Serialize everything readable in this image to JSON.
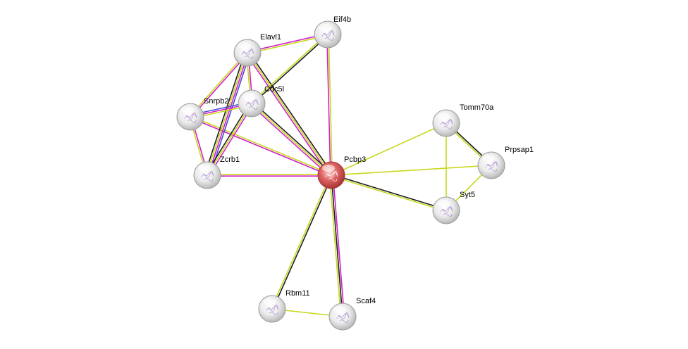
{
  "colors": {
    "background": "#ffffff",
    "node_fill": "#eeeeee",
    "node_stroke": "#9a9a9a",
    "query_node_fill": "#e46a6a",
    "query_node_stroke": "#a03a3a",
    "edge_textmining": "#c7d81a",
    "edge_coexpression": "#1d1d1d",
    "edge_experiments": "#d020c8",
    "edge_databases": "#4b4bd0"
  },
  "network": {
    "query_protein": "Pcbp3",
    "nodes": [
      {
        "id": "eif4b",
        "label": "Eif4b"
      },
      {
        "id": "elavl1",
        "label": "Elavl1"
      },
      {
        "id": "cdc5l",
        "label": "Cdc5l"
      },
      {
        "id": "snrpb2",
        "label": "Snrpb2"
      },
      {
        "id": "zcrb1",
        "label": "Zcrb1"
      },
      {
        "id": "pcbp3",
        "label": "Pcbp3"
      },
      {
        "id": "tomm70a",
        "label": "Tomm70a"
      },
      {
        "id": "prpsap1",
        "label": "Prpsap1"
      },
      {
        "id": "syt5",
        "label": "Syt5"
      },
      {
        "id": "rbm11",
        "label": "Rbm11"
      },
      {
        "id": "scaf4",
        "label": "Scaf4"
      }
    ],
    "edges": [
      {
        "source": "pcbp3",
        "target": "eif4b",
        "evidence": [
          "experiments",
          "textmining"
        ]
      },
      {
        "source": "pcbp3",
        "target": "elavl1",
        "evidence": [
          "experiments",
          "textmining",
          "coexpression"
        ]
      },
      {
        "source": "pcbp3",
        "target": "cdc5l",
        "evidence": [
          "experiments",
          "textmining",
          "coexpression"
        ]
      },
      {
        "source": "pcbp3",
        "target": "snrpb2",
        "evidence": [
          "experiments",
          "textmining"
        ]
      },
      {
        "source": "pcbp3",
        "target": "zcrb1",
        "evidence": [
          "experiments",
          "textmining"
        ]
      },
      {
        "source": "pcbp3",
        "target": "tomm70a",
        "evidence": [
          "textmining"
        ]
      },
      {
        "source": "pcbp3",
        "target": "prpsap1",
        "evidence": [
          "textmining"
        ]
      },
      {
        "source": "pcbp3",
        "target": "syt5",
        "evidence": [
          "coexpression",
          "textmining"
        ]
      },
      {
        "source": "pcbp3",
        "target": "rbm11",
        "evidence": [
          "coexpression",
          "textmining"
        ]
      },
      {
        "source": "pcbp3",
        "target": "scaf4",
        "evidence": [
          "experiments",
          "coexpression",
          "textmining"
        ]
      },
      {
        "source": "elavl1",
        "target": "eif4b",
        "evidence": [
          "experiments",
          "textmining"
        ]
      },
      {
        "source": "cdc5l",
        "target": "eif4b",
        "evidence": [
          "textmining",
          "coexpression"
        ]
      },
      {
        "source": "elavl1",
        "target": "snrpb2",
        "evidence": [
          "experiments",
          "textmining"
        ]
      },
      {
        "source": "elavl1",
        "target": "zcrb1",
        "evidence": [
          "databases",
          "experiments",
          "textmining",
          "coexpression"
        ]
      },
      {
        "source": "elavl1",
        "target": "cdc5l",
        "evidence": [
          "experiments",
          "textmining"
        ]
      },
      {
        "source": "snrpb2",
        "target": "cdc5l",
        "evidence": [
          "databases",
          "experiments",
          "textmining"
        ]
      },
      {
        "source": "snrpb2",
        "target": "zcrb1",
        "evidence": [
          "experiments",
          "textmining"
        ]
      },
      {
        "source": "cdc5l",
        "target": "zcrb1",
        "evidence": [
          "experiments",
          "textmining",
          "coexpression"
        ]
      },
      {
        "source": "tomm70a",
        "target": "prpsap1",
        "evidence": [
          "coexpression",
          "textmining"
        ]
      },
      {
        "source": "tomm70a",
        "target": "syt5",
        "evidence": [
          "textmining"
        ]
      },
      {
        "source": "prpsap1",
        "target": "syt5",
        "evidence": [
          "textmining"
        ]
      },
      {
        "source": "rbm11",
        "target": "scaf4",
        "evidence": [
          "textmining"
        ]
      }
    ]
  }
}
